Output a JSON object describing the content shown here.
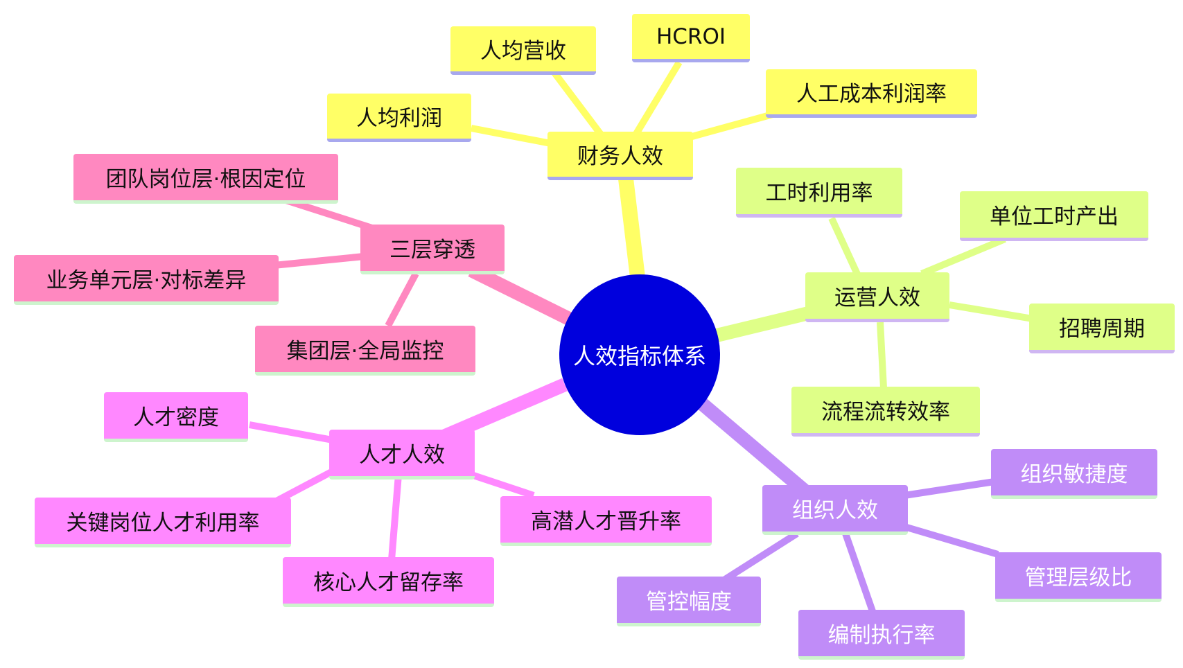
{
  "center": {
    "label": "人效指标体系"
  },
  "branches": {
    "finance": {
      "label": "财务人效",
      "color": "#ffff66",
      "children": [
        "人均营收",
        "HCROI",
        "人均利润",
        "人工成本利润率"
      ]
    },
    "operations": {
      "label": "运营人效",
      "color": "#dfff88",
      "children": [
        "工时利用率",
        "单位工时产出",
        "招聘周期",
        "流程流转效率"
      ]
    },
    "organization": {
      "label": "组织人效",
      "color": "#c08cf8",
      "children": [
        "组织敏捷度",
        "管理层级比",
        "管控幅度",
        "编制执行率"
      ]
    },
    "talent": {
      "label": "人才人效",
      "color": "#ff88ff",
      "children": [
        "人才密度",
        "关键岗位人才利用率",
        "核心人才留存率",
        "高潜人才晋升率"
      ]
    },
    "penetration": {
      "label": "三层穿透",
      "color": "#ff88c0",
      "children": [
        "团队岗位层·根因定位",
        "业务单元层·对标差异",
        "集团层·全局监控"
      ]
    }
  }
}
